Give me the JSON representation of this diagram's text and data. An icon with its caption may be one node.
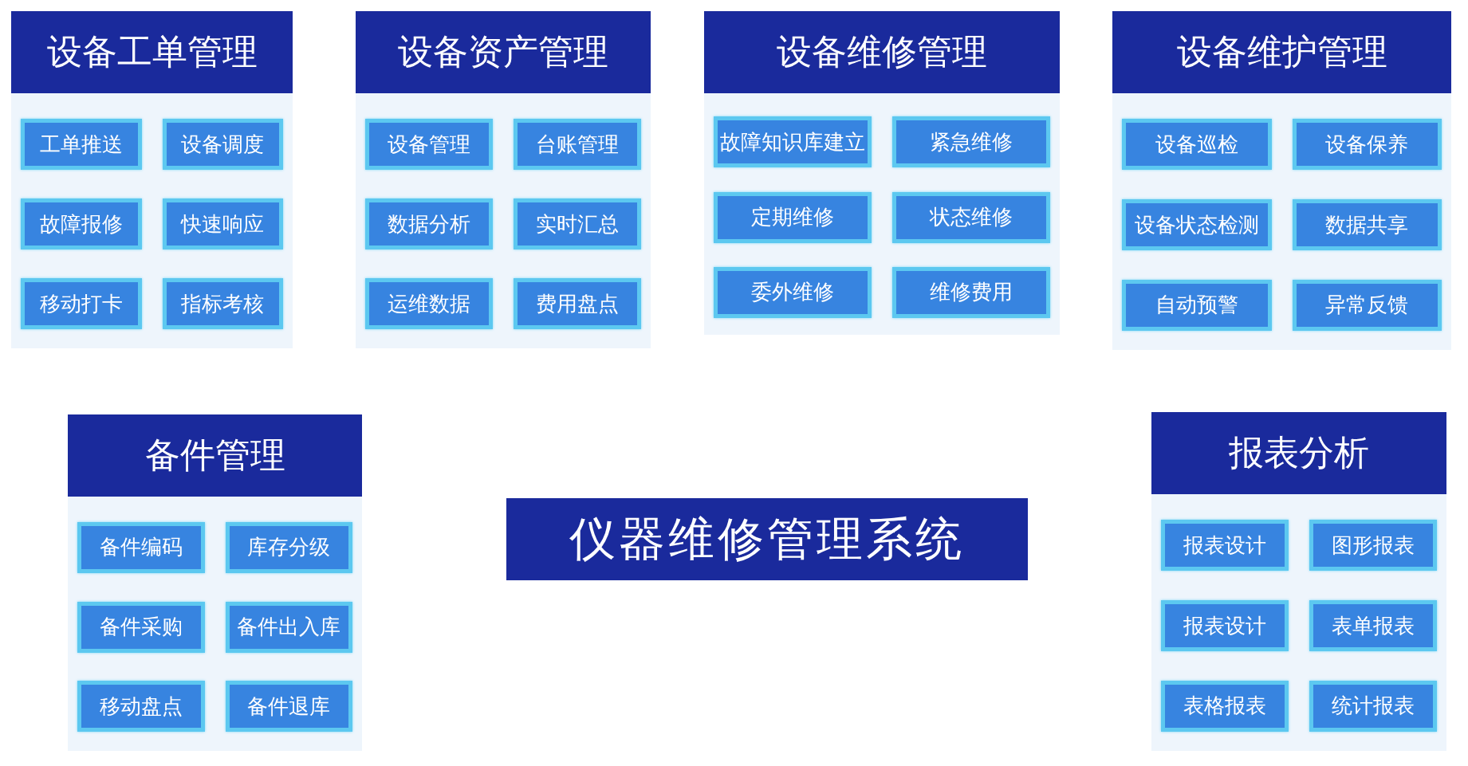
{
  "diagram": {
    "nodes": [
      {
        "text": [
          "设备工单管理"
        ]
      },
      {
        "text": [
          "工单推送"
        ],
        "in": 0
      },
      {
        "text": [
          "设备调度"
        ],
        "in": 0
      },
      {
        "text": [
          "故障报修"
        ],
        "in": 0
      },
      {
        "text": [
          "快速响应"
        ],
        "in": 0
      },
      {
        "text": [
          "移动打卡"
        ],
        "in": 0
      },
      {
        "text": [
          "指标考核"
        ],
        "in": 0
      },
      {
        "text": [
          "设备资产管理"
        ]
      },
      {
        "text": [
          "设备管理"
        ],
        "in": 7
      },
      {
        "text": [
          "台账管理"
        ],
        "in": 7
      },
      {
        "text": [
          "数据分析"
        ],
        "in": 7
      },
      {
        "text": [
          "实时汇总"
        ],
        "in": 7
      },
      {
        "text": [
          "运维数据"
        ],
        "in": 7
      },
      {
        "text": [
          "费用盘点"
        ],
        "in": 7
      },
      {
        "text": [
          "设备维修管理"
        ]
      },
      {
        "text": [
          "故障知识库建立"
        ],
        "in": 14
      },
      {
        "text": [
          "紧急维修"
        ],
        "in": 14
      },
      {
        "text": [
          "定期维修"
        ],
        "in": 14
      },
      {
        "text": [
          "状态维修"
        ],
        "in": 14
      },
      {
        "text": [
          "委外维修"
        ],
        "in": 14
      },
      {
        "text": [
          "维修费用"
        ],
        "in": 14
      },
      {
        "text": [
          "设备维护管理"
        ]
      },
      {
        "text": [
          "设备巡检"
        ],
        "in": 21
      },
      {
        "text": [
          "设备保养"
        ],
        "in": 21
      },
      {
        "text": [
          "设备状态检测"
        ],
        "in": 21
      },
      {
        "text": [
          "数据共享"
        ],
        "in": 21
      },
      {
        "text": [
          "自动预警"
        ],
        "in": 21
      },
      {
        "text": [
          "异常反馈"
        ],
        "in": 21
      },
      {
        "text": [
          "备件管理"
        ]
      },
      {
        "text": [
          "备件编码"
        ],
        "in": 28
      },
      {
        "text": [
          "库存分级"
        ],
        "in": 28
      },
      {
        "text": [
          "备件采购"
        ],
        "in": 28
      },
      {
        "text": [
          "备件出入库"
        ],
        "in": 28
      },
      {
        "text": [
          "移动盘点"
        ],
        "in": 28
      },
      {
        "text": [
          "备件退库"
        ],
        "in": 28
      },
      {
        "text": [
          "仪器维修管理系统"
        ]
      },
      {
        "text": [
          "报表分析"
        ]
      },
      {
        "text": [
          "报表设计"
        ],
        "in": 36
      },
      {
        "text": [
          "图形报表"
        ],
        "in": 36
      },
      {
        "text": [
          "报表设计"
        ],
        "in": 36
      },
      {
        "text": [
          "表单报表"
        ],
        "in": 36
      },
      {
        "text": [
          "表格报表"
        ],
        "in": 36
      },
      {
        "text": [
          "统计报表"
        ],
        "in": 36
      }
    ]
  }
}
